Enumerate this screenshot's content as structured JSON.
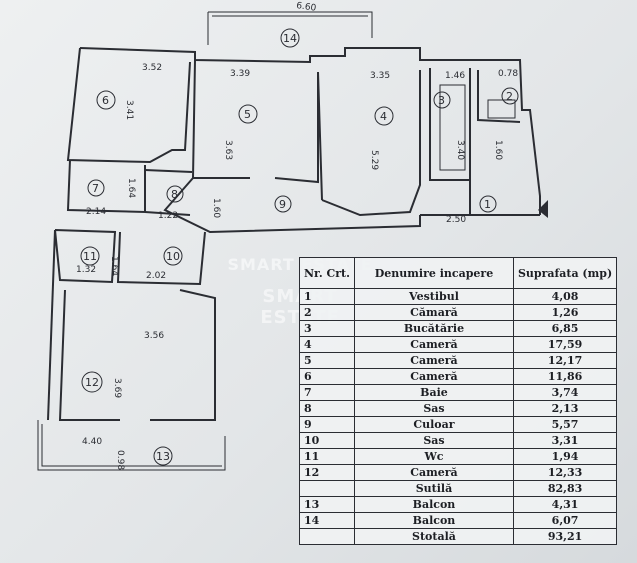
{
  "dimensions": {
    "room6_width": "3.52",
    "room5_width": "3.39",
    "room4_width": "3.35",
    "room3_width": "1.46",
    "room2_width": "0.78",
    "room6_height": "3.41",
    "room5_height": "3.63",
    "room4_height": "5.29",
    "room3_height": "3.40",
    "room2_height": "1.60",
    "hall_depth": "1.60",
    "room7_height": "1.64",
    "room7_width": "2.14",
    "room8_width": "1.22",
    "room1_width": "2.50",
    "room11_width": "1.32",
    "room11_height": "1.64",
    "room10_width": "2.02",
    "room12_width": "3.56",
    "room12_height": "3.69",
    "balcony13_width": "4.40",
    "balcony13_depth": "0.98",
    "balcony14_width": "6.60"
  },
  "room_markers": [
    "1",
    "2",
    "3",
    "4",
    "5",
    "6",
    "7",
    "8",
    "9",
    "10",
    "11",
    "12",
    "13",
    "14"
  ],
  "table": {
    "headers": {
      "nr": "Nr. Crt.",
      "name": "Denumire incapere",
      "area": "Suprafata (mp)"
    },
    "rows": [
      {
        "nr": "1",
        "name": "Vestibul",
        "area": "4,08"
      },
      {
        "nr": "2",
        "name": "Cămară",
        "area": "1,26"
      },
      {
        "nr": "3",
        "name": "Bucătărie",
        "area": "6,85"
      },
      {
        "nr": "4",
        "name": "Cameră",
        "area": "17,59"
      },
      {
        "nr": "5",
        "name": "Cameră",
        "area": "12,17"
      },
      {
        "nr": "6",
        "name": "Cameră",
        "area": "11,86"
      },
      {
        "nr": "7",
        "name": "Baie",
        "area": "3,74"
      },
      {
        "nr": "8",
        "name": "Sas",
        "area": "2,13"
      },
      {
        "nr": "9",
        "name": "Culoar",
        "area": "5,57"
      },
      {
        "nr": "10",
        "name": "Sas",
        "area": "3,31"
      },
      {
        "nr": "11",
        "name": "Wc",
        "area": "1,94"
      },
      {
        "nr": "12",
        "name": "Cameră",
        "area": "12,33"
      },
      {
        "nr": "",
        "name": "Sutilă",
        "area": "82,83"
      },
      {
        "nr": "13",
        "name": "Balcon",
        "area": "4,31"
      },
      {
        "nr": "14",
        "name": "Balcon",
        "area": "6,07"
      },
      {
        "nr": "",
        "name": "Stotală",
        "area": "93,21"
      }
    ]
  },
  "watermark": {
    "line1": "SMART ESTATE",
    "line2": "SMART ESTATE"
  },
  "colors": {
    "ink": "#2b2d33",
    "paper": "#e8eaec"
  }
}
